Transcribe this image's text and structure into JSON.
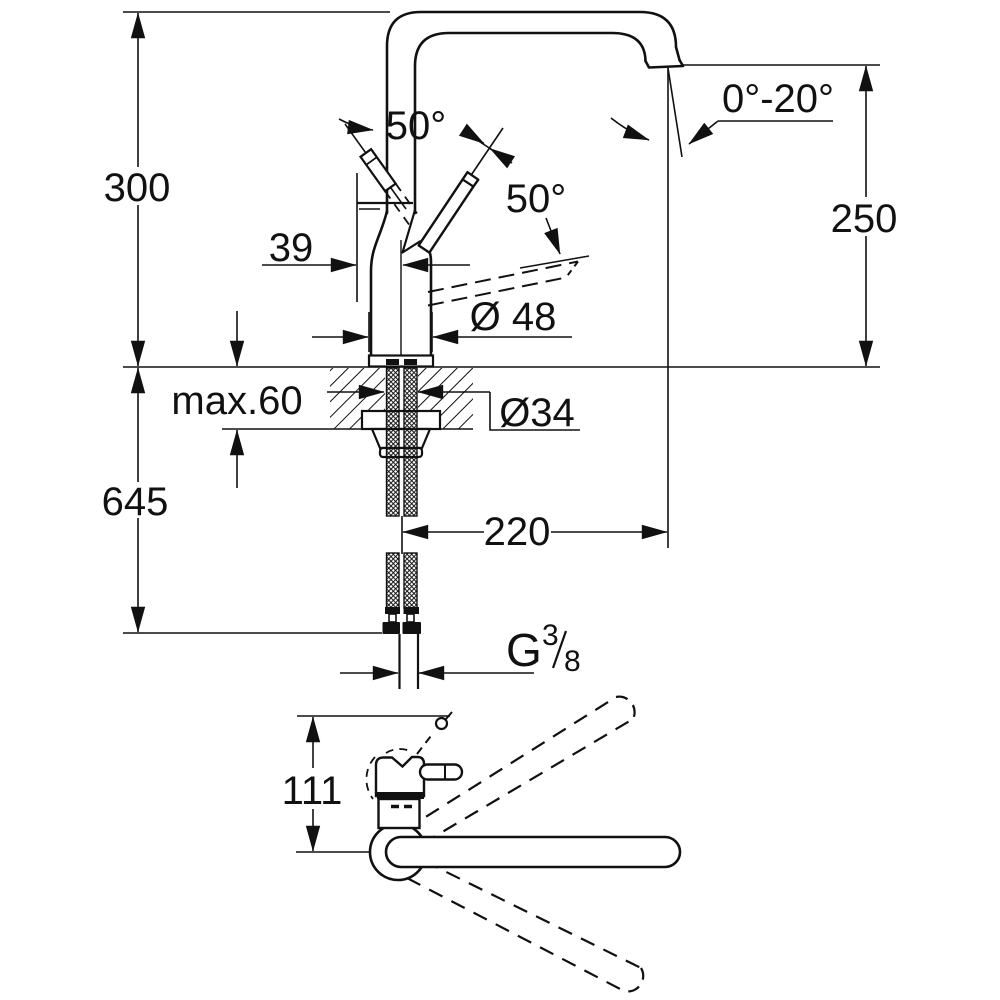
{
  "drawing": {
    "front_view": {
      "labels": {
        "height_above_deck": "300",
        "spout_height": "250",
        "spout_tilt_range": "0°-20°",
        "handle_angle_left": "50°",
        "handle_angle_right": "50°",
        "handle_offset": "39",
        "base_diameter": "Ø 48",
        "deck_thickness_max": "max.60",
        "hole_diameter": "Ø34",
        "total_height_with_hoses": "645",
        "spout_reach": "220",
        "thread_letter": "G",
        "thread_numerator": "3",
        "thread_denominator": "8"
      }
    },
    "top_view": {
      "labels": {
        "body_to_spout_axis": "111"
      }
    },
    "colors": {
      "line": "#111111",
      "background": "#ffffff"
    }
  }
}
